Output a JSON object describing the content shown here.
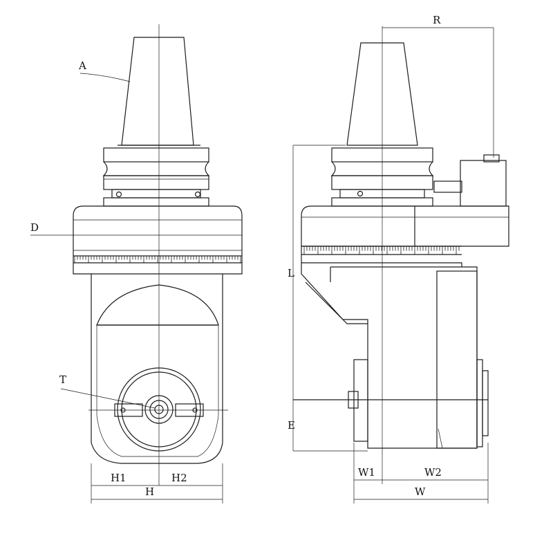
{
  "drawing": {
    "front_view": {
      "labels": {
        "a": "A",
        "d": "D",
        "t": "T",
        "h1": "H1",
        "h2": "H2",
        "h": "H"
      }
    },
    "side_view": {
      "labels": {
        "r": "R",
        "l": "L",
        "e": "E",
        "w1": "W1",
        "w2": "W2",
        "w": "W"
      }
    }
  }
}
